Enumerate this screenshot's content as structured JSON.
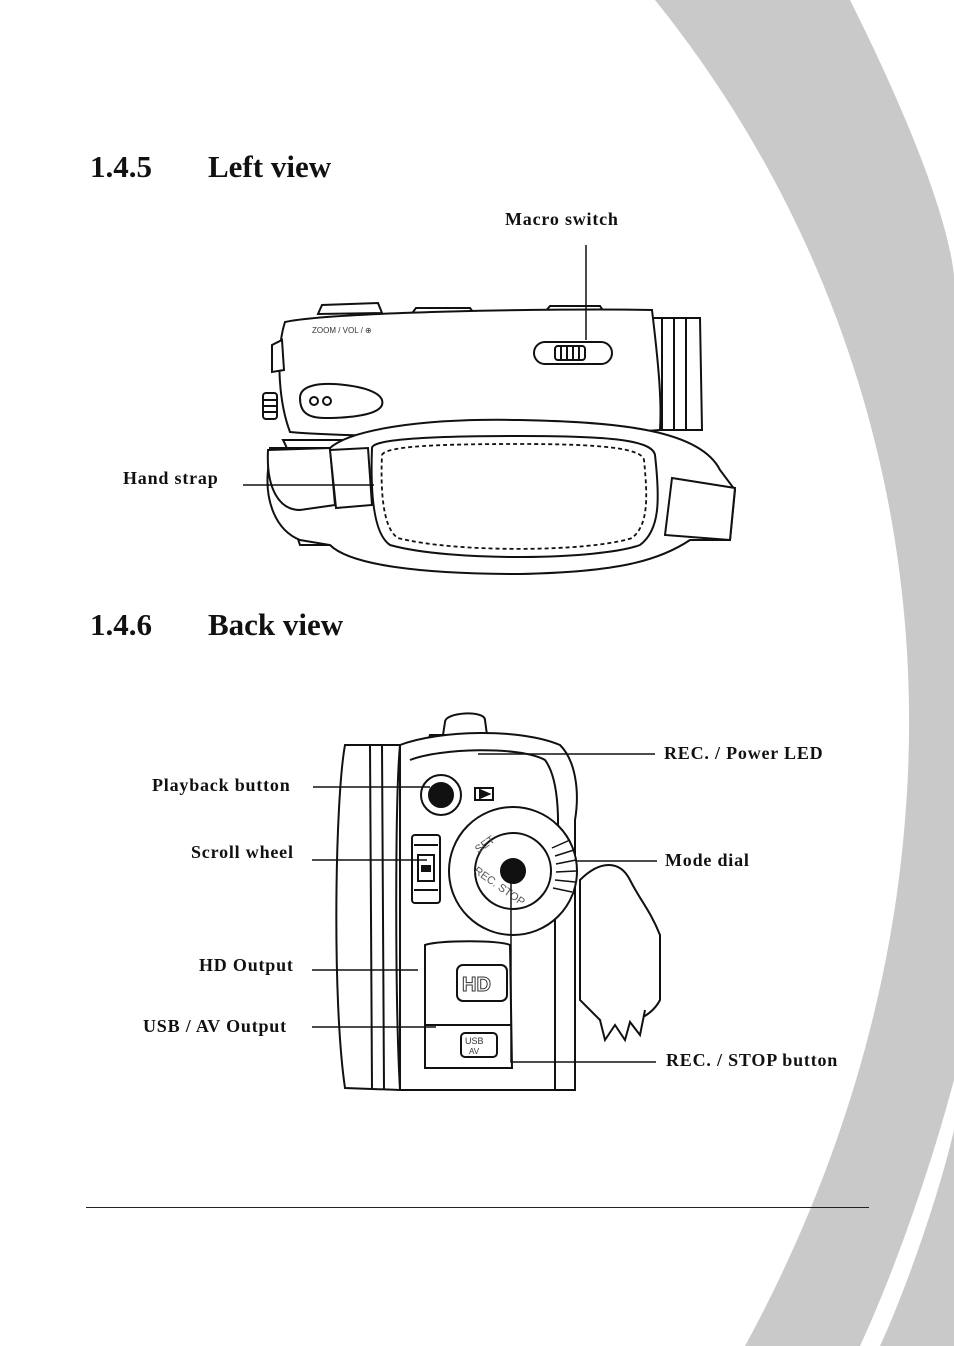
{
  "sections": [
    {
      "number": "1.4.5",
      "title": "Left view"
    },
    {
      "number": "1.4.6",
      "title": "Back view"
    }
  ],
  "left_view": {
    "callouts": {
      "macro_switch": "Macro switch",
      "hand_strap": "Hand strap"
    },
    "camera_text": {
      "zoom_vol": "ZOOM / VOL / ⊕"
    }
  },
  "back_view": {
    "callouts": {
      "playback_button": "Playback button",
      "scroll_wheel": "Scroll wheel",
      "hd_output": "HD Output",
      "usb_av_output": "USB / AV Output",
      "rec_power_led": "REC. / Power LED",
      "mode_dial": "Mode dial",
      "rec_stop_button": "REC. / STOP button"
    },
    "camera_text": {
      "set": "SET",
      "rec_stop": "REC. STOP",
      "hd": "HD",
      "usb": "USB",
      "av": "AV"
    }
  },
  "colors": {
    "decoration_gray": "#c8c8c8",
    "line": "#111111"
  }
}
